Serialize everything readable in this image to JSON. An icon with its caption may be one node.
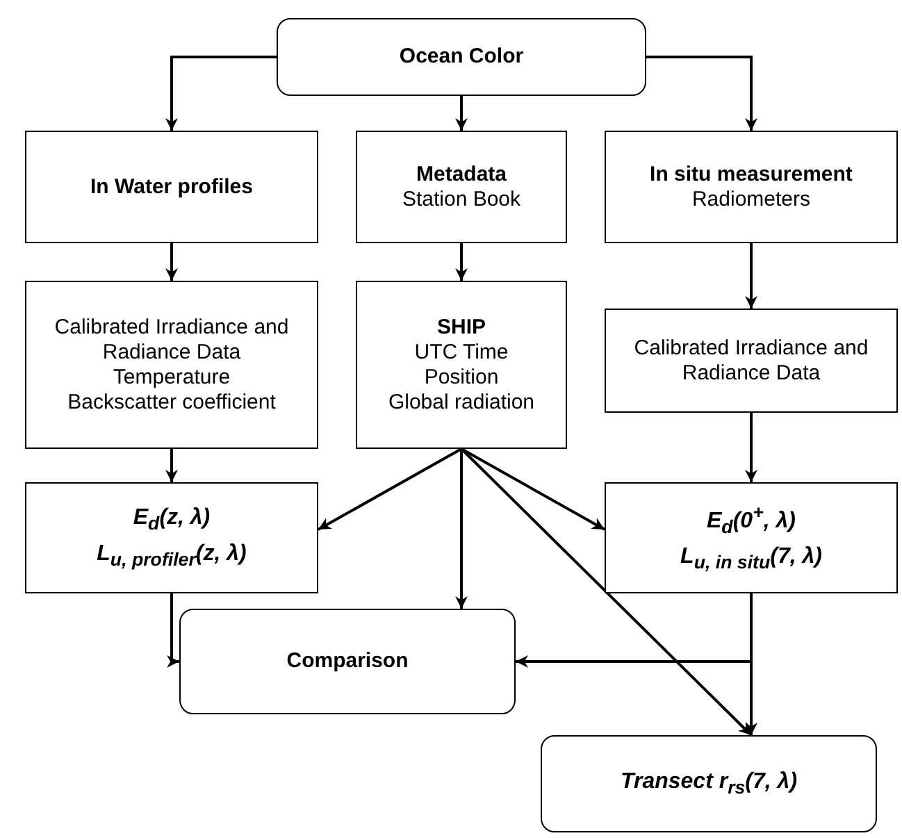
{
  "diagram": {
    "nodes": [
      {
        "text": [
          "Ocean Color"
        ]
      },
      {
        "text": [
          "In Water profiles"
        ]
      },
      {
        "text": [
          "Metadata",
          "Station Book"
        ]
      },
      {
        "text": [
          "In situ measurement",
          "Radiometers"
        ]
      },
      {
        "text": [
          "Calibrated Irradiance and Radiance Data",
          "Temperature",
          "Backscatter coefficient"
        ]
      },
      {
        "text": [
          "SHIP",
          "UTC Time",
          "Position",
          "Global radiation"
        ]
      },
      {
        "text": [
          "Calibrated Irradiance and Radiance Data"
        ]
      },
      {
        "text": [
          "E$_{d}$(z, λ)",
          "L$_{u, profiler}$(z, λ)"
        ]
      },
      {
        "text": [
          "E$_{d}$(0$^{+}$, λ)",
          "L$_{u, in situ}$(7, λ)"
        ]
      },
      {
        "text": [
          "Comparison"
        ]
      },
      {
        "text": [
          "Transect r$_{rs}$(7, λ)"
        ]
      }
    ],
    "edges": [
      {
        "from": 0,
        "to": 1,
        "arrow": "to"
      },
      {
        "from": 0,
        "to": 2,
        "arrow": "to"
      },
      {
        "from": 0,
        "to": 3,
        "arrow": "to"
      },
      {
        "from": 1,
        "to": 4,
        "arrow": "to"
      },
      {
        "from": 2,
        "to": 5,
        "arrow": "to"
      },
      {
        "from": 3,
        "to": 6,
        "arrow": "to"
      },
      {
        "from": 4,
        "to": 7,
        "arrow": "to"
      },
      {
        "from": 5,
        "to": 7,
        "arrow": "to"
      },
      {
        "from": 5,
        "to": 9,
        "arrow": "to"
      },
      {
        "from": 5,
        "to": 8,
        "arrow": "to"
      },
      {
        "from": 5,
        "to": 10,
        "arrow": "to"
      },
      {
        "from": 6,
        "to": 8,
        "arrow": "to"
      },
      {
        "from": 7,
        "to": 9,
        "arrow": "to"
      },
      {
        "from": 8,
        "to": 9,
        "arrow": "to"
      },
      {
        "from": 8,
        "to": 10,
        "arrow": "to"
      }
    ]
  }
}
